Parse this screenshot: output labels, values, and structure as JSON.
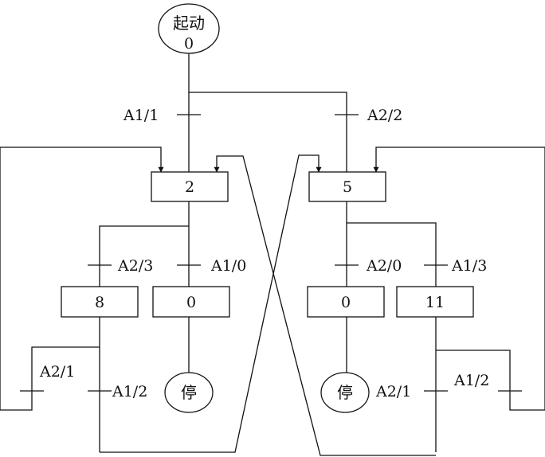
{
  "nodes": {
    "start_label": "起动",
    "start_value": "0",
    "state_2": "2",
    "state_5": "5",
    "state_8": "8",
    "state_0_left": "0",
    "state_0_right": "0",
    "state_11": "11",
    "stop_left": "停",
    "stop_right": "停"
  },
  "transitions": {
    "a1_1": "A1/1",
    "a2_2": "A2/2",
    "a2_3": "A2/3",
    "a1_0": "A1/0",
    "a2_0": "A2/0",
    "a1_3": "A1/3",
    "a2_1_left": "A2/1",
    "a1_2_left": "A1/2",
    "a2_1_right": "A2/1",
    "a1_2_right": "A1/2"
  }
}
